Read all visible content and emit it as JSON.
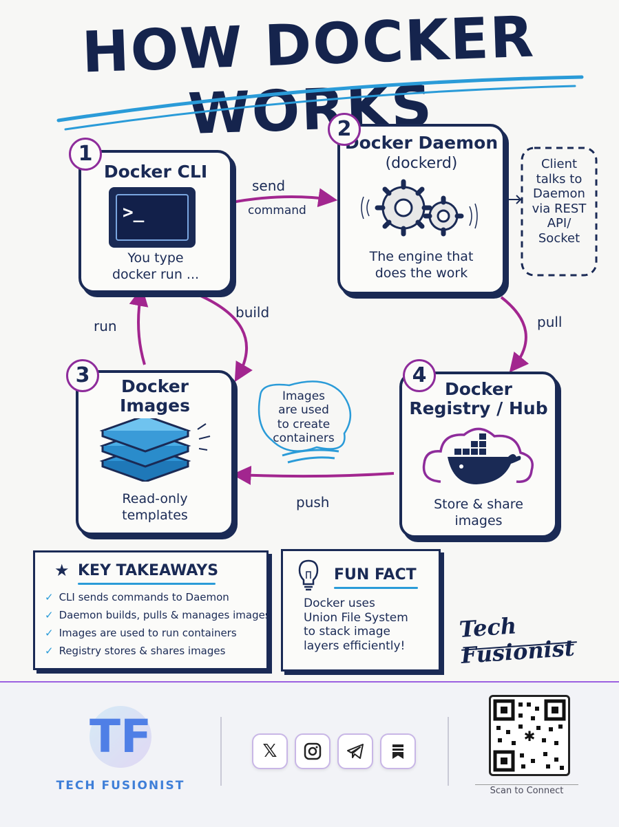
{
  "title": "HOW DOCKER WORKS",
  "nodes": [
    {
      "num": "1",
      "title": "Docker CLI",
      "desc_lines": [
        "You type",
        "docker run ..."
      ]
    },
    {
      "num": "2",
      "title": "Docker Daemon",
      "subtitle": "(dockerd)",
      "desc_lines": [
        "The engine that",
        "does the work"
      ]
    },
    {
      "num": "3",
      "title_lines": [
        "Docker",
        "Images"
      ],
      "desc_lines": [
        "Read-only",
        "templates"
      ]
    },
    {
      "num": "4",
      "title_lines": [
        "Docker",
        "Registry / Hub"
      ],
      "desc_lines": [
        "Store & share",
        "images"
      ]
    }
  ],
  "edges": {
    "send": "send",
    "command": "command",
    "pull": "pull",
    "build": "build",
    "run": "run",
    "push": "push"
  },
  "side_note_lines": [
    "Client",
    "talks to",
    "Daemon",
    "via REST",
    "API/",
    "Socket"
  ],
  "center_note_lines": [
    "Images",
    "are used",
    "to create",
    "containers"
  ],
  "terminal_prompt": ">_",
  "key_takeaways": {
    "heading": "KEY TAKEAWAYS",
    "items": [
      "CLI sends commands to Daemon",
      "Daemon builds, pulls & manages images",
      "Images are used to run containers",
      "Registry stores & shares images"
    ]
  },
  "fun_fact": {
    "heading": "FUN FACT",
    "lines": [
      "Docker uses",
      "Union File System",
      "to stack image",
      "layers efficiently!"
    ]
  },
  "signature": "Tech Fusionist",
  "footer": {
    "brand": "TECH FUSIONIST",
    "logo_text": "TF",
    "scan_label": "Scan to Connect",
    "socials": [
      "x-icon",
      "instagram-icon",
      "telegram-icon",
      "bookmark-icon"
    ]
  },
  "colors": {
    "ink": "#1a2a55",
    "magenta": "#a2268f",
    "cyan": "#2a9bd8",
    "purple": "#8e2c9b"
  }
}
